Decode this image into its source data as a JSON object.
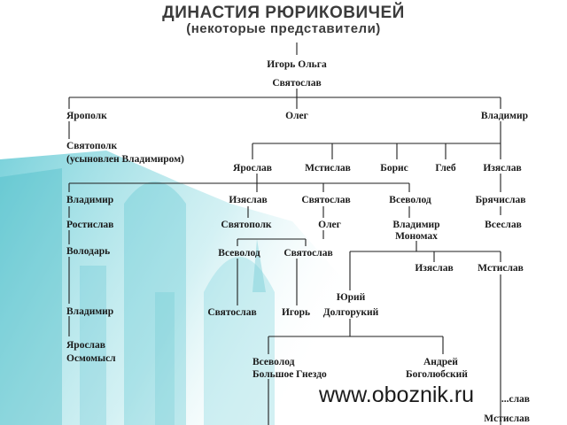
{
  "header": {
    "title": "ДИНАСТИЯ РЮРИКОВИЧЕЙ",
    "subtitle": "(некоторые представители)"
  },
  "tree": {
    "igor_olga": "Игорь Ольга",
    "svyatoslav": "Святослав",
    "yaropolk": "Ярополк",
    "oleg": "Олег",
    "vladimir_1": "Владимир",
    "svyatopolk_1": "Святополк",
    "svyatopolk_note": "(усыновлен Владимиром)",
    "yaroslav_1": "Ярослав",
    "mstislav_1": "Мстислав",
    "boris": "Борис",
    "gleb": "Глеб",
    "izyaslav_1": "Изяслав",
    "vladimir_2": "Владимир",
    "izyaslav_2": "Изяслав",
    "svyatoslav_2": "Святослав",
    "vsevolod_1": "Всеволод",
    "bryachislav": "Брячислав",
    "rostislav": "Ростислав",
    "svyatopolk_2": "Святополк",
    "oleg_2": "Олег",
    "vladimir_monomakh_1": "Владимир",
    "vladimir_monomakh_2": "Мономах",
    "vseslav": "Всеслав",
    "volodar": "Володарь",
    "vsevolod_2": "Всеволод",
    "svyatoslav_3": "Святослав",
    "izyaslav_3": "Изяслав",
    "mstislav_2": "Мстислав",
    "yuri_1": "Юрий",
    "yuri_2": "Долгорукий",
    "vladimir_3": "Владимир",
    "svyatoslav_4": "Святослав",
    "igor_2": "Игорь",
    "yaroslav_osm_1": "Ярослав",
    "yaroslav_osm_2": "Осмомысл",
    "vsevolod_bg_1": "Всеволод",
    "vsevolod_bg_2": "Большое Гнездо",
    "andrey_1": "Андрей",
    "andrey_2": "Боголюбский",
    "partial_1": "...слав",
    "partial_2": "Мстислав"
  },
  "watermark": "www.oboznik.ru",
  "colors": {
    "background_tint": "#7fd3dc",
    "text": "#1a1a1a",
    "lines": "#1e1e1e"
  }
}
